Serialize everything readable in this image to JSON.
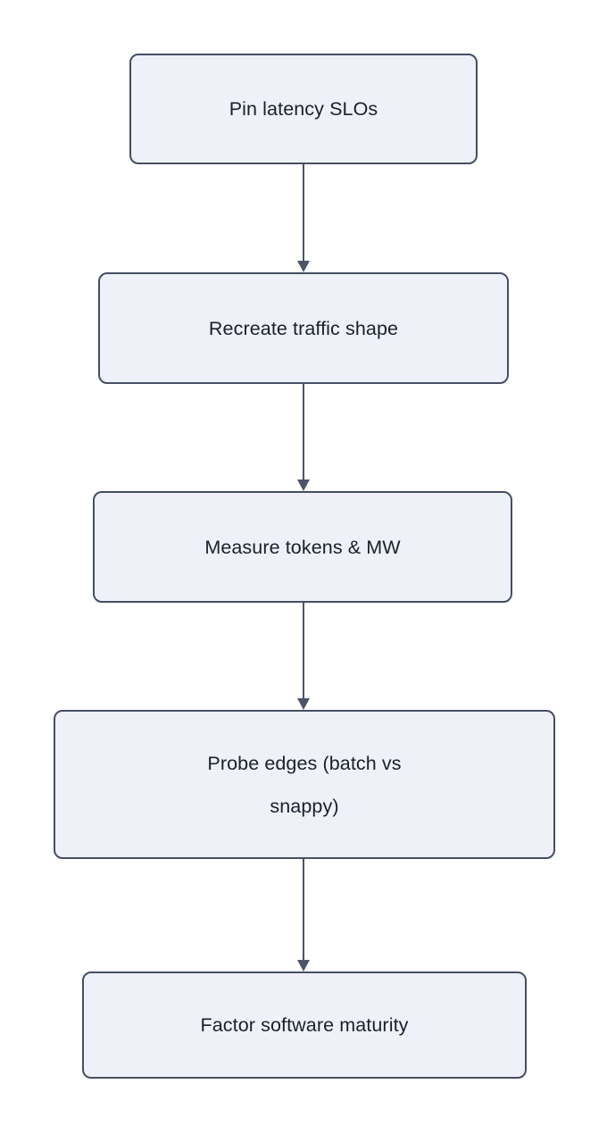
{
  "diagram": {
    "type": "flowchart",
    "orientation": "top-to-bottom",
    "background_color": "#ffffff",
    "node_fill_color": "#eef1f7",
    "node_border_color": "#454f63",
    "node_text_color": "#1a1f2b",
    "edge_color": "#4a5568",
    "nodes": [
      {
        "id": "n1",
        "label": "Pin latency SLOs"
      },
      {
        "id": "n2",
        "label": "Recreate traffic shape"
      },
      {
        "id": "n3",
        "label": "Measure tokens & MW"
      },
      {
        "id": "n4",
        "label": "Probe edges (batch vs\nsnappy)"
      },
      {
        "id": "n5",
        "label": "Factor software maturity"
      }
    ],
    "edges": [
      {
        "id": "e1",
        "from": "n1",
        "to": "n2",
        "label": "",
        "arrow": "solid-triangle"
      },
      {
        "id": "e2",
        "from": "n2",
        "to": "n3",
        "label": "",
        "arrow": "solid-triangle"
      },
      {
        "id": "e3",
        "from": "n3",
        "to": "n4",
        "label": "",
        "arrow": "solid-triangle"
      },
      {
        "id": "e4",
        "from": "n4",
        "to": "n5",
        "label": "",
        "arrow": "solid-triangle"
      }
    ]
  }
}
